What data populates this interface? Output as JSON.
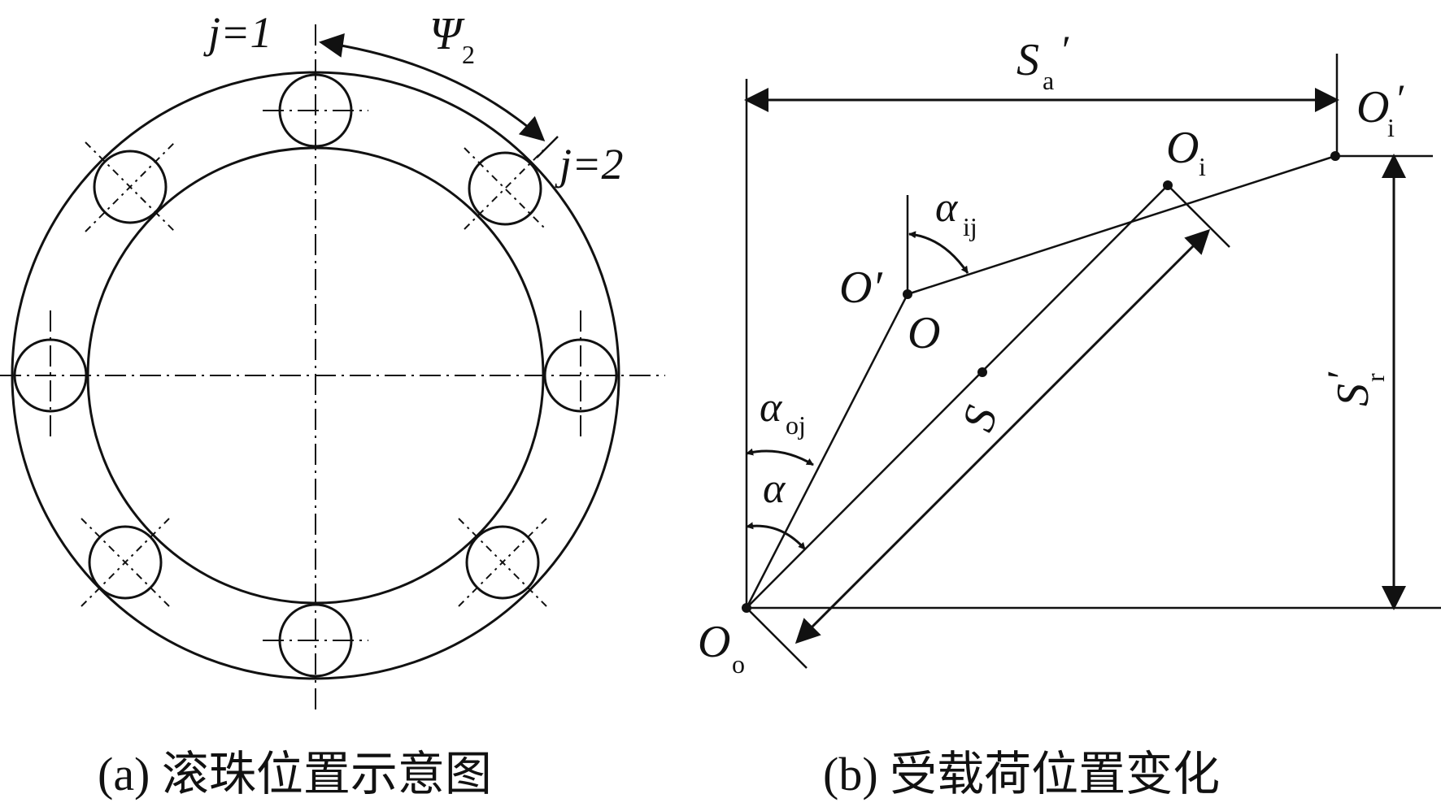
{
  "panel_a": {
    "caption": "(a) 滚珠位置示意图",
    "label_j1": "j=1",
    "label_j2": "j=2",
    "label_psi": "Ψ",
    "label_psi_sub": "2"
  },
  "panel_b": {
    "caption": "(b) 受载荷位置变化",
    "label_Sa": "S",
    "label_Sa_sub": "a",
    "label_Sa_prime": "′",
    "label_Oi_prime": "O",
    "label_Oi_prime_sub": "i",
    "label_Oi_prime_mark": "′",
    "label_Oi": "O",
    "label_Oi_sub": "i",
    "label_alpha_ij": "α",
    "label_alpha_ij_sub": "ij",
    "label_O_prime": "O′",
    "label_O": "O",
    "label_S": "S",
    "label_Sr": "S",
    "label_Sr_sub": "r",
    "label_Sr_prime": "′",
    "label_alpha_oj": "α",
    "label_alpha_oj_sub": "oj",
    "label_alpha": "α",
    "label_Oo": "O",
    "label_Oo_sub": "o"
  }
}
